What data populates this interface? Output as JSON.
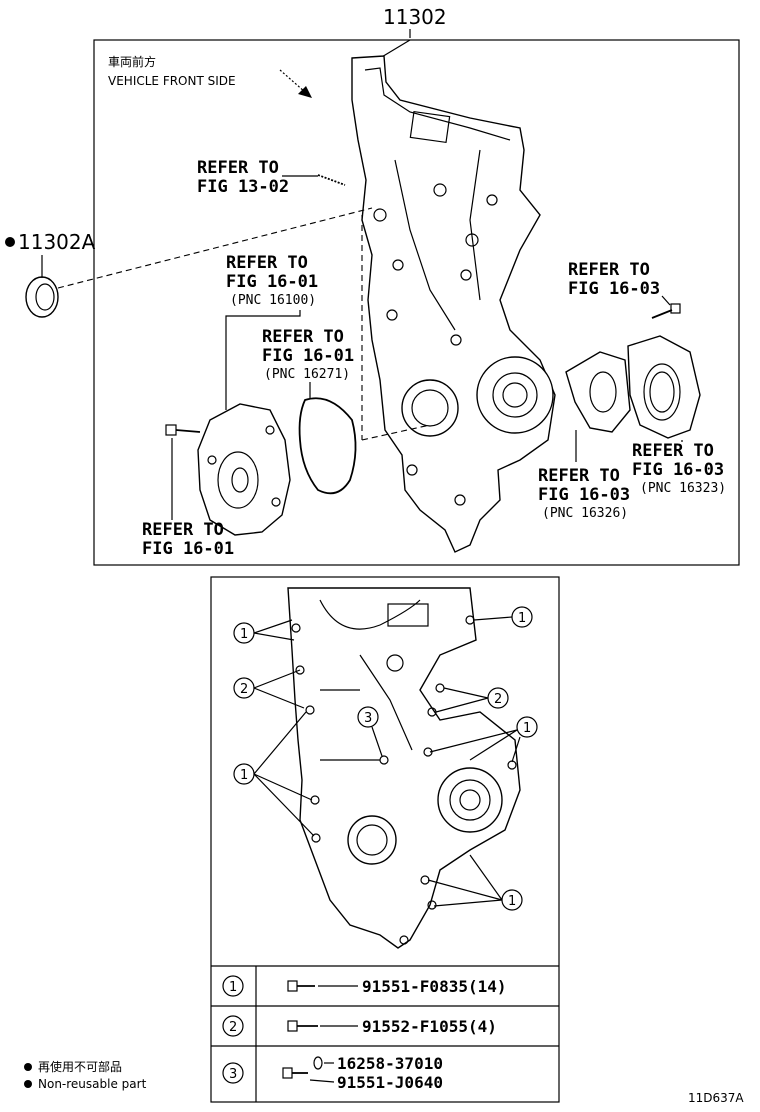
{
  "main_part": "11302",
  "seal_part": "11302A",
  "vehicle_front_jp": "車両前方",
  "vehicle_front_en": "VEHICLE FRONT SIDE",
  "refs": {
    "r1": {
      "l1": "REFER TO",
      "l2": "FIG 13-02"
    },
    "r2": {
      "l1": "REFER TO",
      "l2": "FIG 16-01",
      "l3": "(PNC 16100)"
    },
    "r3": {
      "l1": "REFER TO",
      "l2": "FIG 16-01",
      "l3": "(PNC 16271)"
    },
    "r4": {
      "l1": "REFER TO",
      "l2": "FIG 16-03"
    },
    "r5": {
      "l1": "REFER TO",
      "l2": "FIG 16-03",
      "l3": "(PNC 16323)"
    },
    "r6": {
      "l1": "REFER TO",
      "l2": "FIG 16-03",
      "l3": "(PNC 16326)"
    },
    "r7": {
      "l1": "REFER TO",
      "l2": "FIG 16-01"
    }
  },
  "callouts": [
    "1",
    "2",
    "3"
  ],
  "bolt_table": [
    {
      "key": "1",
      "parts": [
        "91551-F0835(14)"
      ]
    },
    {
      "key": "2",
      "parts": [
        "91552-F1055(4)"
      ]
    },
    {
      "key": "3",
      "parts": [
        "16258-37010",
        "91551-J0640"
      ]
    }
  ],
  "legend": {
    "jp": "再使用不可部品",
    "en": "Non-reusable part"
  },
  "figure_code": "11D637A"
}
